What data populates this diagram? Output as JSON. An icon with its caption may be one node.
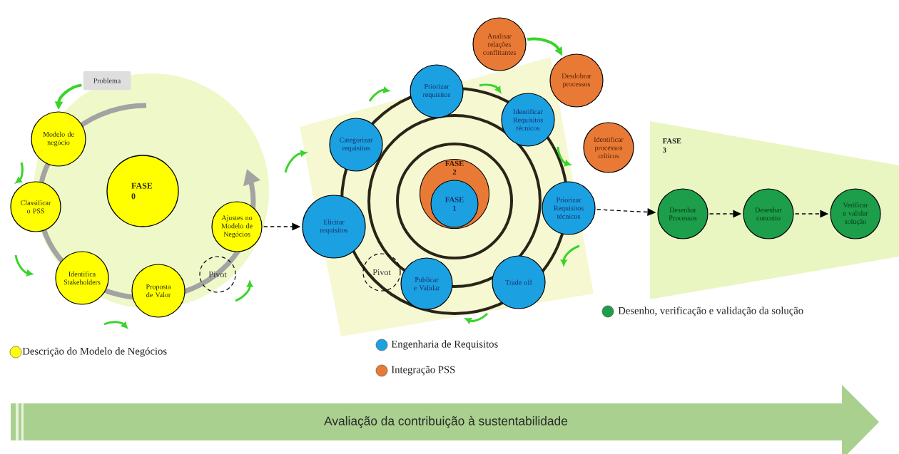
{
  "diagram": {
    "nodes": [
      {
        "text": [
          "Problema"
        ]
      },
      {
        "text": [
          "Modelo de negócio"
        ]
      },
      {
        "text": [
          "Classificar o PSS"
        ]
      },
      {
        "text": [
          "Identifica Stakeholders"
        ]
      },
      {
        "text": [
          "Proposta de Valor"
        ]
      },
      {
        "text": [
          "Pivot"
        ]
      },
      {
        "text": [
          "Ajustes no Modelo de Negócios"
        ]
      },
      {
        "text": [
          "FASE 0"
        ]
      },
      {
        "text": [
          "Elicitar requisitos"
        ]
      },
      {
        "text": [
          "Categorizar requisitos"
        ]
      },
      {
        "text": [
          "Priorizar requisitos"
        ]
      },
      {
        "text": [
          "Identificar Requisitos técnicos"
        ]
      },
      {
        "text": [
          "Priorizar Requisitos técnicos"
        ]
      },
      {
        "text": [
          "Trade off"
        ]
      },
      {
        "text": [
          "Publicar e Validar"
        ]
      },
      {
        "text": [
          "Pivot"
        ]
      },
      {
        "text": [
          "FASE 2"
        ]
      },
      {
        "text": [
          "FASE 1"
        ],
        "in": 16
      },
      {
        "text": [
          "Analisar relações conflitantes"
        ]
      },
      {
        "text": [
          "Desdobrar processos"
        ]
      },
      {
        "text": [
          "Identificar processos críticos"
        ]
      },
      {
        "text": [
          "FASE 3"
        ]
      },
      {
        "text": [
          "Desenhar Processos"
        ],
        "in": 21
      },
      {
        "text": [
          "Desenhar conceito"
        ],
        "in": 21
      },
      {
        "text": [
          "Verificar e validar solução"
        ],
        "in": 21
      },
      {
        "text": [
          "Avaliação da contribuição à sustentabilidade"
        ]
      }
    ],
    "edges": [
      {
        "from": 6,
        "to": 8,
        "arrow": "to",
        "style": "dashed"
      },
      {
        "from": 12,
        "to": 22,
        "arrow": "to",
        "style": "dashed"
      },
      {
        "from": 22,
        "to": 23,
        "arrow": "to",
        "style": "dashed"
      },
      {
        "from": 23,
        "to": 24,
        "arrow": "to",
        "style": "dashed"
      },
      {
        "from": 0,
        "to": 1,
        "arrow": "to",
        "style": "thick",
        "color": "#38d42a"
      },
      {
        "from": 18,
        "to": 19,
        "arrow": "to",
        "style": "thick",
        "color": "#38d42a"
      }
    ],
    "legend": [
      {
        "text": "Descrição do Modelo de Negócios",
        "color": "#ffff00"
      },
      {
        "text": "Engenharia de Requisitos",
        "color": "#1ba1e2"
      },
      {
        "text": "Integração PSS",
        "color": "#e87a35"
      },
      {
        "text": "Desenho, verificação  e validação da solução",
        "color": "#1c9e4a"
      }
    ]
  }
}
